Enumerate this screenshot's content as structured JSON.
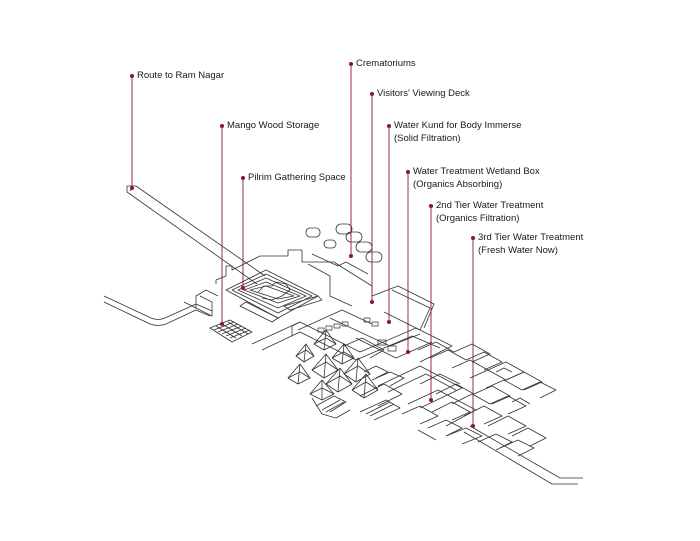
{
  "colors": {
    "leader": "#8b1a2b",
    "drawing": "#333333",
    "background": "#ffffff"
  },
  "callouts": [
    {
      "id": "route-to-ram-nagar",
      "lines": [
        "Route to Ram Nagar"
      ]
    },
    {
      "id": "crematoriums",
      "lines": [
        "Crematoriums"
      ]
    },
    {
      "id": "visitors-viewing-deck",
      "lines": [
        "Visitors' Viewing Deck"
      ]
    },
    {
      "id": "mango-wood-storage",
      "lines": [
        "Mango Wood Storage"
      ]
    },
    {
      "id": "water-kund",
      "lines": [
        "Water Kund for Body Immerse",
        "(Solid Filtration)"
      ]
    },
    {
      "id": "pilgrim-gathering-space",
      "lines": [
        "Pilrim Gathering Space"
      ]
    },
    {
      "id": "wetland-box",
      "lines": [
        "Water Treatment Wetland Box",
        "(Organics Absorbing)"
      ]
    },
    {
      "id": "second-tier",
      "lines": [
        "2nd Tier Water Treatment",
        "(Organics Filtration)"
      ]
    },
    {
      "id": "third-tier",
      "lines": [
        "3rd Tier Water Treatment",
        "(Fresh Water Now)"
      ]
    }
  ]
}
